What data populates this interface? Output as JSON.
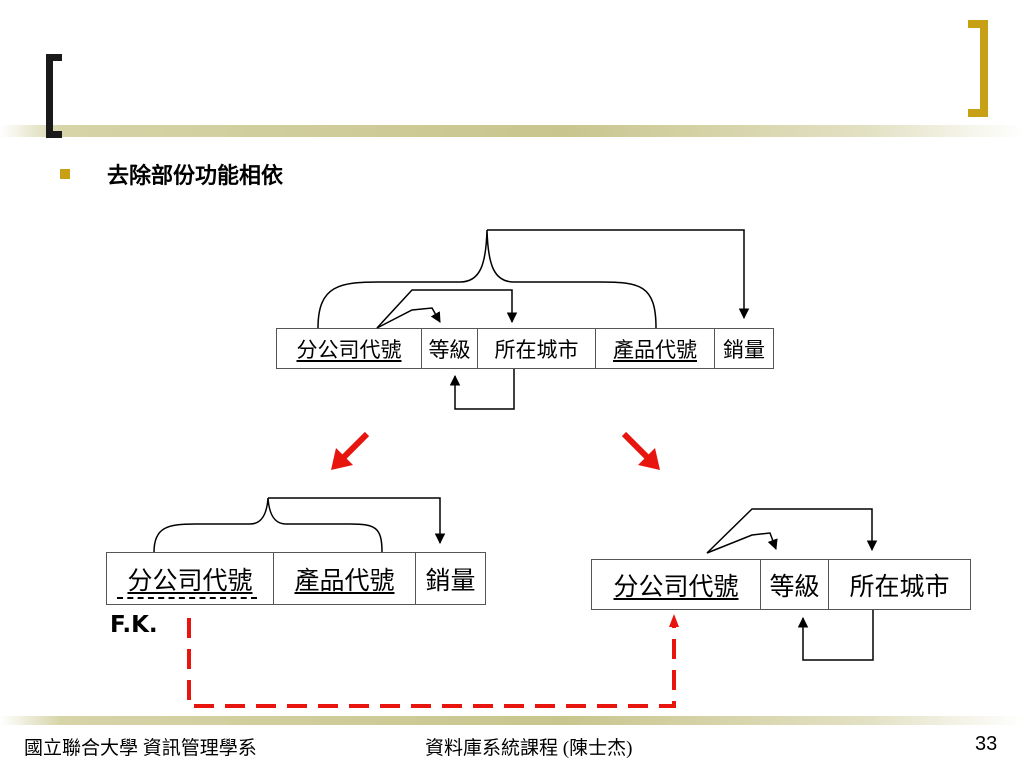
{
  "heading": "去除部份功能相依",
  "original_relation": {
    "columns": [
      {
        "label": "分公司代號",
        "key": true
      },
      {
        "label": "等級",
        "key": false
      },
      {
        "label": "所在城市",
        "key": false
      },
      {
        "label": "產品代號",
        "key": true
      },
      {
        "label": "銷量",
        "key": false
      }
    ]
  },
  "sales_relation": {
    "columns": [
      {
        "label": "分公司代號",
        "key": true
      },
      {
        "label": "產品代號",
        "key": true
      },
      {
        "label": "銷量",
        "key": false
      }
    ],
    "foreign_key_label": "F.K."
  },
  "branch_relation": {
    "columns": [
      {
        "label": "分公司代號",
        "key": true
      },
      {
        "label": "等級",
        "key": false
      },
      {
        "label": "所在城市",
        "key": false
      }
    ]
  },
  "colors": {
    "accent": "#c8a016",
    "decomposition_arrow": "#e8150f",
    "fk_reference": "#e8150f",
    "band": "#c9c58e"
  },
  "footer": {
    "left": "國立聯合大學 資訊管理學系",
    "center": "資料庫系統課程 (陳士杰)",
    "page_number": "33"
  }
}
